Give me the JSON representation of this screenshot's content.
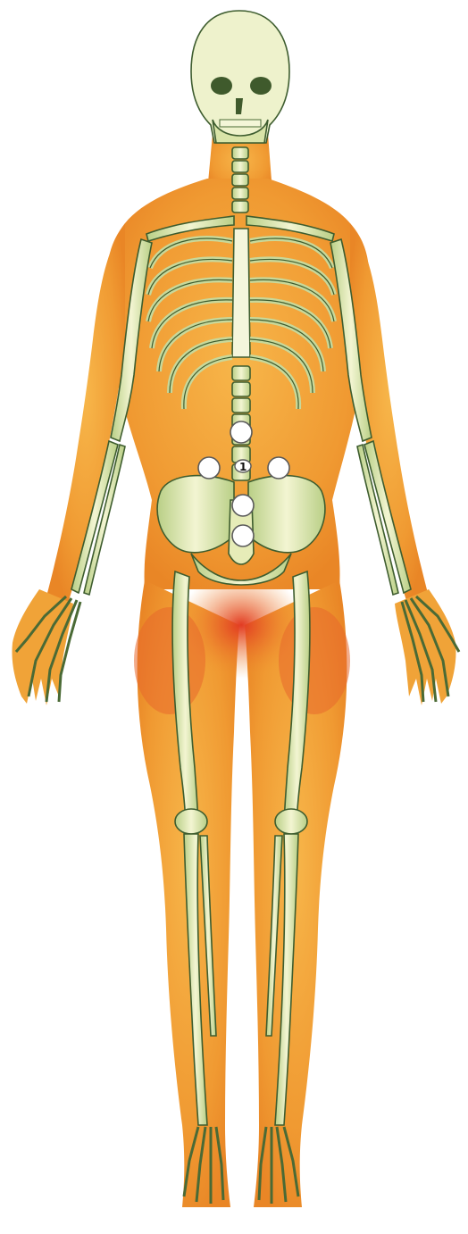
{
  "image": {
    "subject": "anatomical-skeleton-figure",
    "colors": {
      "background": "#ffffff",
      "skin_orange": "#f2a23a",
      "skin_red": "#e2452a",
      "bone": "#f1f3c8",
      "bone_shadow": "#9ebc6e",
      "bone_outline": "#3e5d2f",
      "marker_fill": "#ffffff",
      "marker_stroke": "#5a5a5a"
    }
  },
  "markers": [
    {
      "id": "upper"
    },
    {
      "id": "left"
    },
    {
      "id": "center",
      "label": "1"
    },
    {
      "id": "right"
    },
    {
      "id": "mid-lower"
    },
    {
      "id": "bottom"
    }
  ]
}
